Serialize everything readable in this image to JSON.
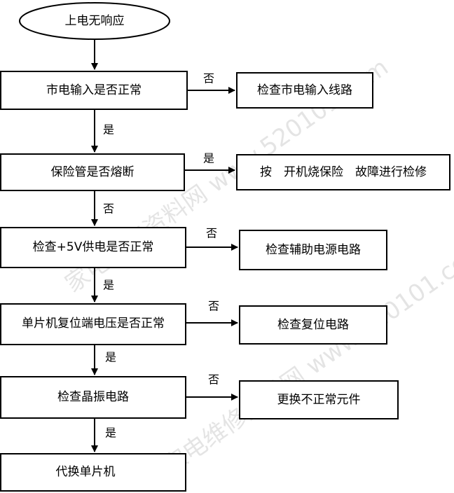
{
  "diagram": {
    "start": {
      "label": "上电无响应"
    },
    "steps": [
      {
        "label": "市电输入是否正常",
        "side_label": "否",
        "side_action": "检查市电输入线路",
        "down_label": "是"
      },
      {
        "label": "保险管是否熔断",
        "side_label": "是",
        "side_action": "按　开机烧保险　故障进行检修",
        "down_label": "否"
      },
      {
        "label": "检查+5V供电是否正常",
        "side_label": "否",
        "side_action": "检查辅助电源电路",
        "down_label": "是"
      },
      {
        "label": "单片机复位端电压是否正常",
        "side_label": "否",
        "side_action": "检查复位电路",
        "down_label": "是"
      },
      {
        "label": "检查晶振电路",
        "side_label": "否",
        "side_action": "更换不正常元件",
        "down_label": "是"
      },
      {
        "label": "代换单片机"
      }
    ],
    "watermark": "家电维修资料网 www.520101.com"
  }
}
